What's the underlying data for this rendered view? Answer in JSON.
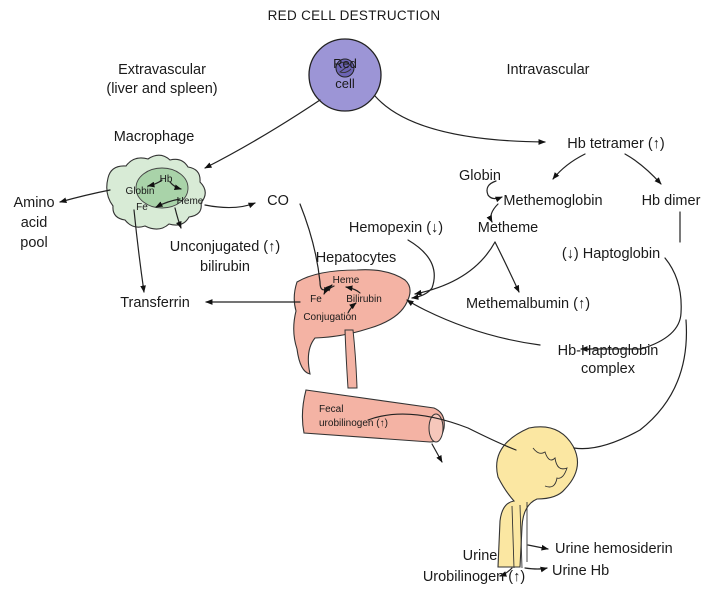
{
  "title": "RED CELL DESTRUCTION",
  "extravascular": {
    "line1": "Extravascular",
    "line2": "(liver and spleen)"
  },
  "intravascular": "Intravascular",
  "red_cell": {
    "line1": "Red",
    "line2": "cell"
  },
  "macrophage": {
    "label": "Macrophage",
    "hb": "Hb",
    "globin": "Globin",
    "heme": "Heme",
    "fe": "Fe"
  },
  "amino_acid_pool": {
    "line1": "Amino",
    "line2": "acid",
    "line3": "pool"
  },
  "co": "CO",
  "unconjugated_bilirubin": {
    "line1": "Unconjugated (↑)",
    "line2": "bilirubin"
  },
  "transferrin": "Transferrin",
  "hepatocytes": {
    "label": "Hepatocytes",
    "heme": "Heme",
    "fe": "Fe",
    "bilirubin": "Bilirubin",
    "conjugation": "Conjugation"
  },
  "fecal_urobilinogen": {
    "line1": "Fecal",
    "line2": "urobilinogen (↑)"
  },
  "hb_tetramer": "Hb tetramer (↑)",
  "globin": "Globin",
  "methemoglobin": "Methemoglobin",
  "hb_dimer": "Hb dimer",
  "hemopexin": "Hemopexin (↓)",
  "metheme": "Metheme",
  "haptoglobin": "(↓) Haptoglobin",
  "methemalbumin": "Methemalbumin (↑)",
  "hb_haptoglobin_complex": {
    "line1": "Hb-Haptoglobin",
    "line2": "complex"
  },
  "urine_hemosiderin": "Urine hemosiderin",
  "urine_hb": "Urine Hb",
  "urine_urobilinogen": {
    "line1": "Urine",
    "line2": "Urobilinogen (↑)"
  },
  "colors": {
    "red_cell_fill": "#9c95d6",
    "macrophage_fill": "#d8ebd6",
    "macrophage_nucleus": "#a9d3a9",
    "liver_fill": "#f4b3a4",
    "kidney_fill": "#fbe7a2",
    "line": "#222222"
  }
}
